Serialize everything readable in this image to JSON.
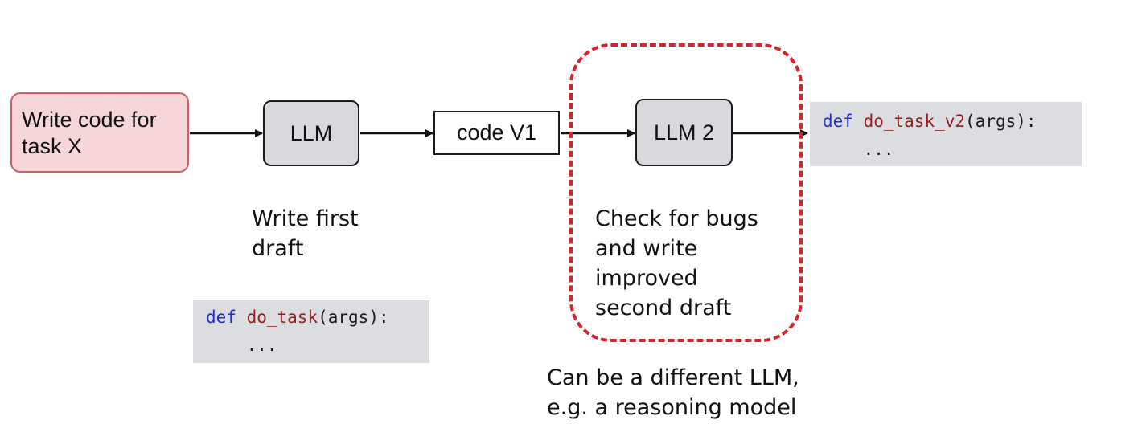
{
  "input": {
    "line1": "Write code for",
    "line2": "task X"
  },
  "llm1": {
    "label": "LLM"
  },
  "code_v1": {
    "label": "code V1"
  },
  "llm2": {
    "label": "LLM 2"
  },
  "draft1_caption": {
    "line1": "Write first",
    "line2": "draft"
  },
  "draft2_caption": {
    "line1": "Check for bugs",
    "line2": "and write",
    "line3": "improved",
    "line4": "second draft"
  },
  "note": {
    "line1": "Can be a different LLM,",
    "line2": "e.g. a reasoning model"
  },
  "code_draft1": {
    "keyword": "def",
    "function": "do_task",
    "args": "(args):",
    "body": "..."
  },
  "code_draft2": {
    "keyword": "def",
    "function": "do_task_v2",
    "args": "(args):",
    "body": "..."
  },
  "colors": {
    "input_fill": "#f6d6d8",
    "input_border": "#cf5c66",
    "llm_fill": "#d8d9dc",
    "dashed_border": "#d7232a",
    "code_background": "#dcdde0",
    "code_keyword": "#1f2fd0",
    "code_function": "#9b1c1c"
  }
}
